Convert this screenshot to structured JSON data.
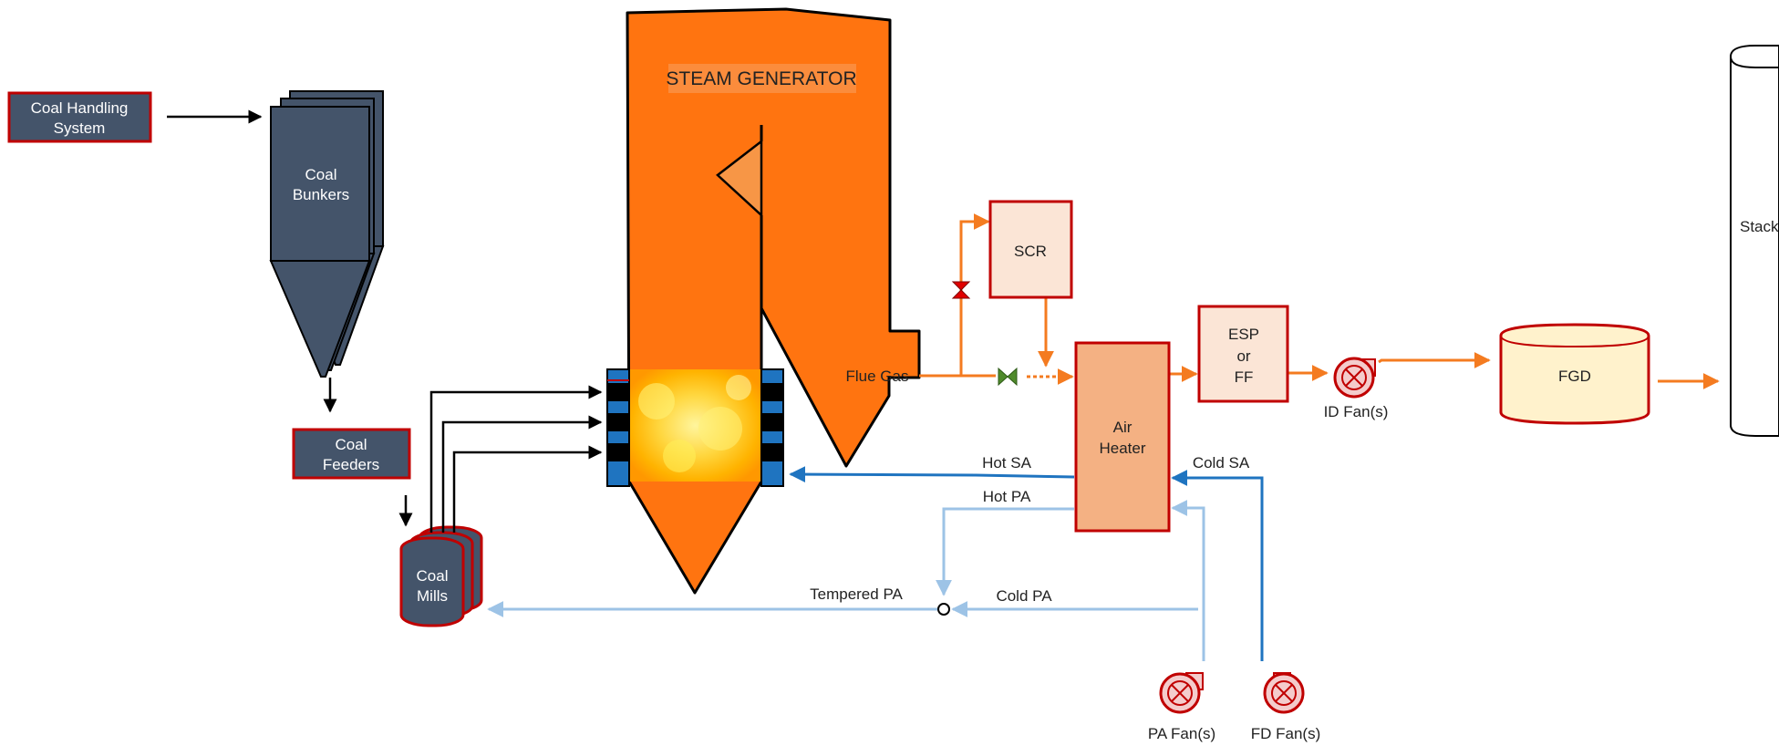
{
  "labels": {
    "coal_handling_line1": "Coal Handling",
    "coal_handling_line2": "System",
    "coal_bunkers_line1": "Coal",
    "coal_bunkers_line2": "Bunkers",
    "coal_feeders_line1": "Coal",
    "coal_feeders_line2": "Feeders",
    "coal_mills_line1": "Coal",
    "coal_mills_line2": "Mills",
    "steam_generator": "STEAM GENERATOR",
    "flue_gas": "Flue Gas",
    "scr": "SCR",
    "air_heater_line1": "Air",
    "air_heater_line2": "Heater",
    "esp_line1": "ESP",
    "esp_line2": "or",
    "esp_line3": "FF",
    "id_fans": "ID Fan(s)",
    "fgd": "FGD",
    "stack": "Stack",
    "hot_sa": "Hot SA",
    "cold_sa": "Cold SA",
    "hot_pa": "Hot PA",
    "tempered_pa": "Tempered PA",
    "cold_pa": "Cold PA",
    "pa_fans": "PA Fan(s)",
    "fd_fans": "FD Fan(s)"
  },
  "colors": {
    "boiler": "#ff7410",
    "equipment_dark": "#44546a",
    "equipment_border": "#c00000",
    "flue_gas_line": "#f47b20",
    "secondary_air": "#1f74c0",
    "primary_air": "#9dc3e6",
    "scr_fill": "#fbe5d6",
    "air_heater_fill": "#f4b183",
    "fgd_fill": "#fff2cc"
  }
}
